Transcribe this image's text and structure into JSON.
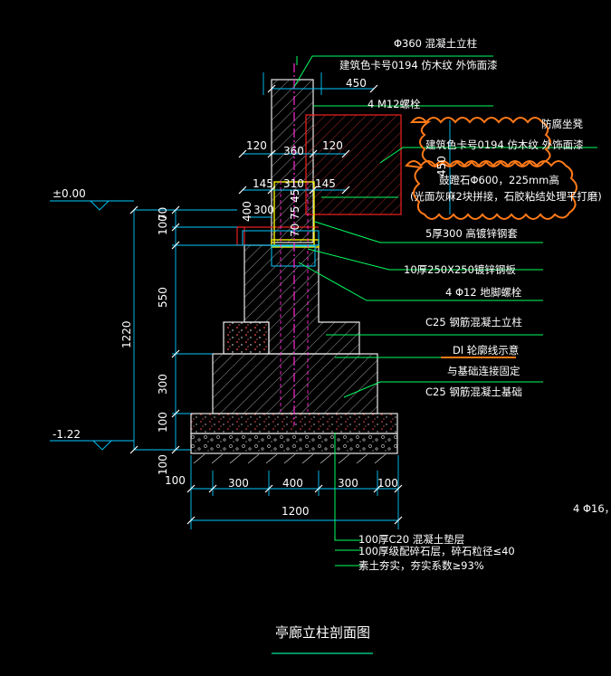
{
  "title": "亭廊立柱剖面图",
  "level_top": "±0.00",
  "level_bottom": "-1.22",
  "labels": {
    "col_phi": "Φ360 混凝土立柱",
    "col_finish": "建筑色卡号0194 仿木纹 外饰面漆",
    "dim_450": "450",
    "bolt": "4 M12螺栓",
    "seat": "防腐坐凳",
    "seat_finish": "建筑色卡号0194 仿木纹 外饰面漆",
    "drum_stone": "鼓蹬石Φ600，225mm高",
    "drum_note": "(光面灰麻2块拼接，石胶粘结处理平打磨)",
    "plate5": "5厚300 高镀锌钢套",
    "plate10": "10厚250X250镀锌钢板",
    "anchor": "4 Φ12 地脚螺栓",
    "c25_col": "C25 钢筋混凝土立柱",
    "outline": "Dl 轮廓线示意",
    "connect": "与基础连接固定",
    "c25_base": "C25 钢筋混凝土基础",
    "cushion": "100厚C20 混凝土垫层",
    "gravel": "100厚级配碎石层，碎石粒径≤40",
    "soil": "素土夯实，夯实系数≥93%",
    "rebar_edge": "4 Φ16，"
  },
  "dims": {
    "d120a": "120",
    "d360": "360",
    "d120b": "120",
    "d145a": "145",
    "d310": "310",
    "d145b": "145",
    "d300": "300",
    "d400": "400",
    "stack": "70 75 45",
    "v100_a": "100",
    "v70": "70",
    "v550": "550",
    "v300": "300",
    "v100_b": "100",
    "v1220": "1220",
    "v100_c": "100",
    "v450": "450",
    "b100a": "100",
    "b300a": "300",
    "b400": "400",
    "b300b": "300",
    "b100b": "100",
    "b1200": "1200"
  },
  "colors": {
    "background": "#000000",
    "dim_line": "#00c8ff",
    "concrete": "#e8e8e8",
    "red": "#e02020",
    "magenta": "#ff2bd6",
    "cloud": "#ff7a18",
    "leader": "#00ff60",
    "yellow": "#f2ee00",
    "title_underline": "#00c080"
  }
}
